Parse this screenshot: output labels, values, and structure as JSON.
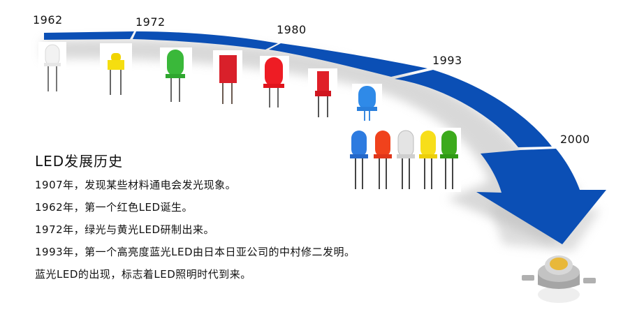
{
  "diagram": {
    "type": "timeline",
    "accent_color": "#0b4fb5",
    "milestones": [
      {
        "year": "1962",
        "led_colors": [
          "white"
        ]
      },
      {
        "year": "1972",
        "led_colors": [
          "yellow",
          "green"
        ]
      },
      {
        "year": "1980",
        "led_colors": [
          "red-rectangular",
          "red-round",
          "red-cylindrical"
        ]
      },
      {
        "year": "1993",
        "led_colors": [
          "blue"
        ]
      },
      {
        "year": "2000",
        "led_colors": [
          "blue",
          "red",
          "white",
          "yellow",
          "green",
          "high-power-white"
        ]
      }
    ]
  },
  "text": {
    "title": "LED发展历史",
    "lines": [
      "1907年，发现某些材料通电会发光现象。",
      "1962年，第一个红色LED诞生。",
      "1972年，绿光与黄光LED研制出来。",
      "1993年，第一个高亮度蓝光LED由日本日亚公司的中村修二发明。",
      "蓝光LED的出现，标志着LED照明时代到来。"
    ]
  }
}
